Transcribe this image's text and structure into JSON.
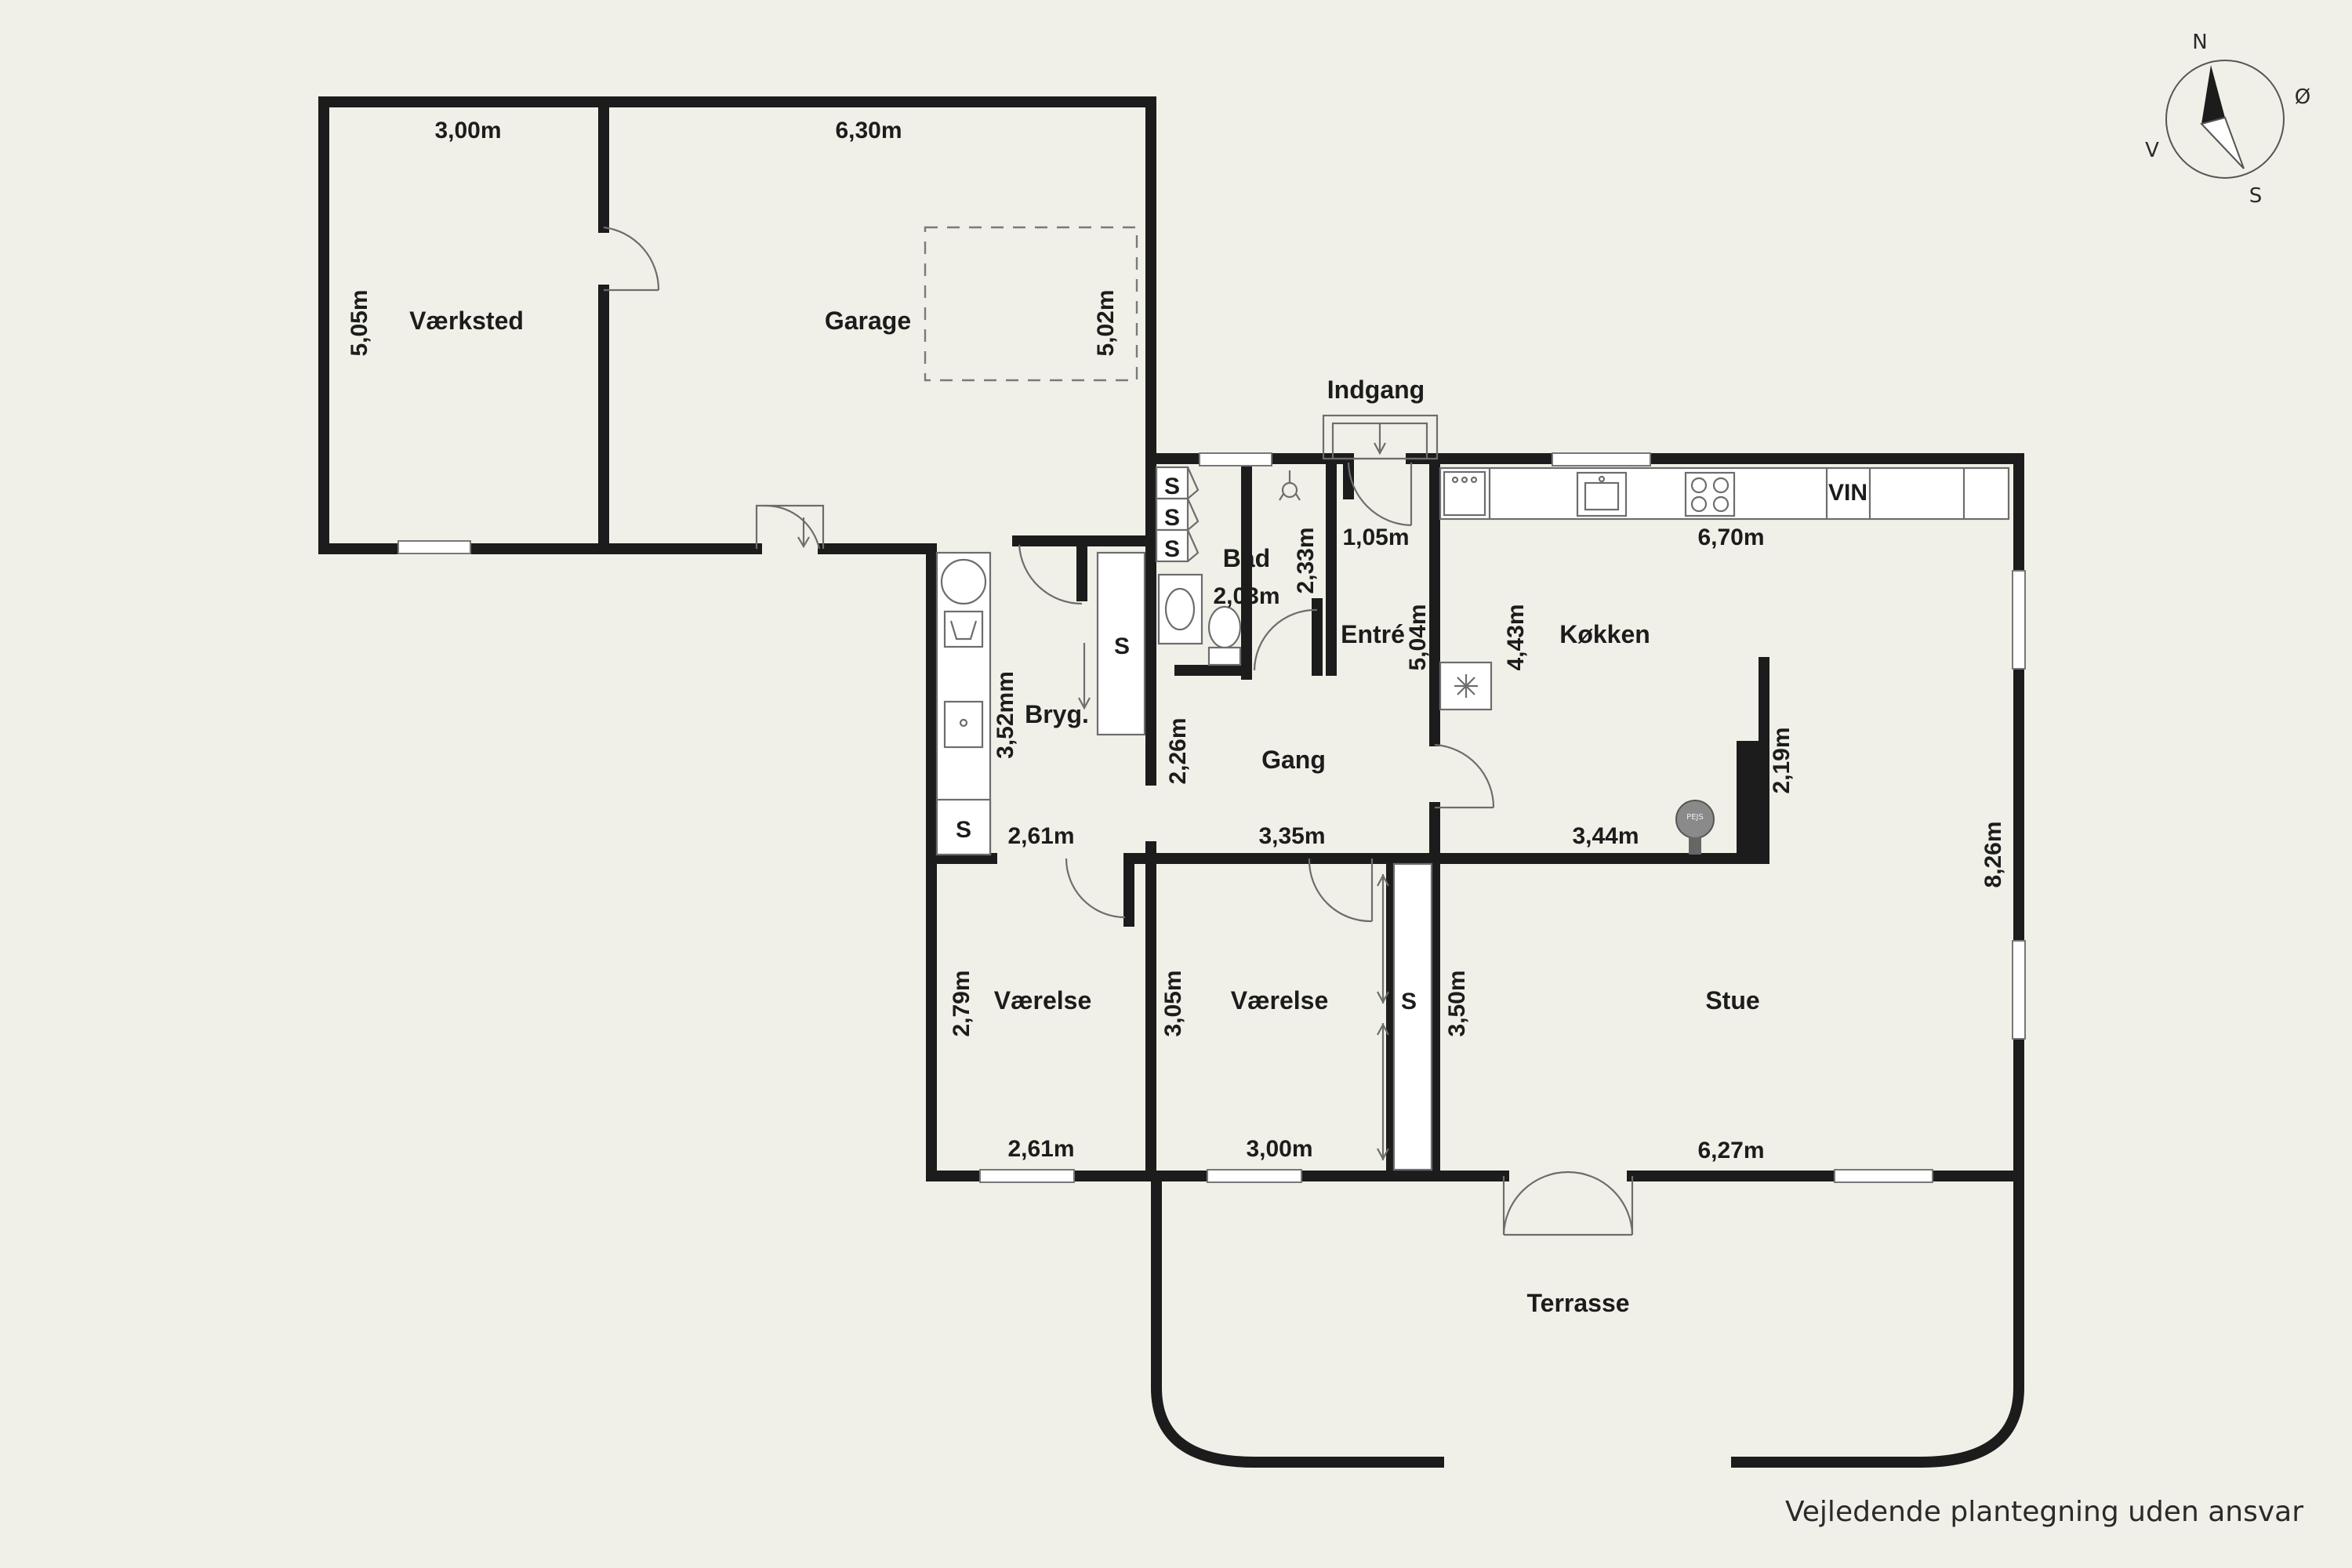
{
  "rooms": {
    "vaerksted": "Værksted",
    "garage": "Garage",
    "indgang": "Indgang",
    "bad": "Bad",
    "entre": "Entré",
    "koekken": "Køkken",
    "bryg": "Bryg.",
    "gang": "Gang",
    "vaerelse1": "Værelse",
    "vaerelse2": "Værelse",
    "stue": "Stue",
    "terrasse": "Terrasse"
  },
  "dimensions": {
    "vaerksted_w": "3,00m",
    "garage_w": "6,30m",
    "vaerksted_h": "5,05m",
    "garage_h": "5,02m",
    "entre_w": "1,05m",
    "bad_h": "2,33m",
    "bad_w": "2,03m",
    "koekken_w": "6,70m",
    "entre_h": "5,04m",
    "koekken_h": "4,43m",
    "pejs_h": "2,19m",
    "bryg_h": "3,52mm",
    "gang_h": "2,26m",
    "bryg_w": "2,61m",
    "gang_w": "3,35m",
    "koekken_b": "3,44m",
    "house_h": "8,26m",
    "vaerelse1_h": "2,79m",
    "vaerelse2_h": "3,05m",
    "stue_h": "3,50m",
    "vaerelse1_w": "2,61m",
    "vaerelse2_w": "3,00m",
    "stue_w": "6,27m"
  },
  "fixtures": {
    "storage": "S",
    "wine": "VIN",
    "fireplace": "PEJS"
  },
  "compass": {
    "north": "N",
    "east": "Ø",
    "south": "S",
    "west": "V"
  },
  "disclaimer": "Vejledende plantegning uden ansvar"
}
